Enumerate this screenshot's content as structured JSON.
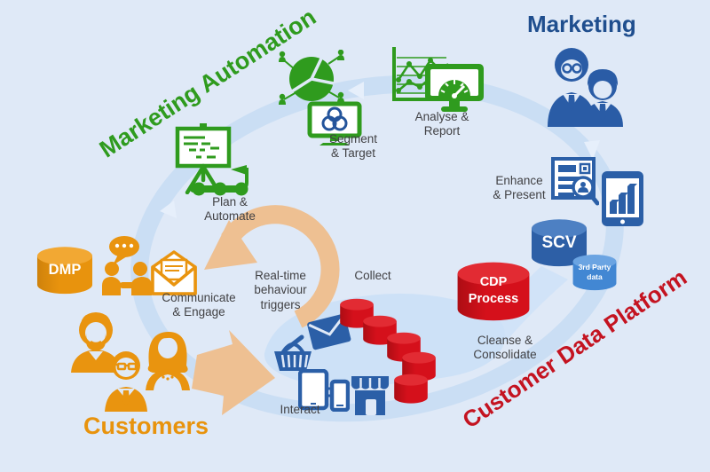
{
  "titles": {
    "marketing_automation": "Marketing Automation",
    "marketing": "Marketing",
    "customers": "Customers",
    "customer_data_platform": "Customer Data Platform"
  },
  "labels": {
    "segment_target": [
      "Segment",
      "& Target"
    ],
    "analyse_report": [
      "Analyse &",
      "Report"
    ],
    "plan_automate": [
      "Plan &",
      "Automate"
    ],
    "enhance_present": [
      "Enhance",
      "& Present"
    ],
    "communicate_engage": [
      "Communicate",
      "& Engage"
    ],
    "realtime_triggers": [
      "Real-time",
      "behaviour",
      "triggers"
    ],
    "collect": "Collect",
    "cleanse_consolidate": [
      "Cleanse &",
      "Consolidate"
    ],
    "interact": "Interact"
  },
  "datastores": {
    "dmp": "DMP",
    "scv": "SCV",
    "third_party": [
      "3rd Party",
      "data"
    ],
    "cdp": [
      "CDP",
      "Process"
    ]
  },
  "icons": [
    "pie-chart-audience-icon",
    "venn-monitor-icon",
    "line-chart-icon",
    "gauge-monitor-icon",
    "presentation-easel-icon",
    "milestone-flag-icon",
    "marketers-icon",
    "document-search-icon",
    "tablet-chart-icon",
    "chat-people-icon",
    "open-envelope-icon",
    "customers-group-icon",
    "shopping-basket-icon",
    "envelope-icon",
    "devices-icon",
    "storefront-icon",
    "cycle-arrow-icon",
    "flow-arrow-icon"
  ],
  "colors": {
    "green": "#2f9b1e",
    "blue_dark": "#1f4e8e",
    "blue_icon": "#2b5fa7",
    "blue_people": "#2a5ca6",
    "blue_scv": "#2d5fa6",
    "blue_third_party": "#4287d3",
    "orange": "#e9940f",
    "red": "#d5101b",
    "red_title": "#c41320",
    "tan_arrow": "#eec092",
    "background": "#dfe9f7",
    "ring": "#cadef4",
    "label_text": "#414144"
  }
}
